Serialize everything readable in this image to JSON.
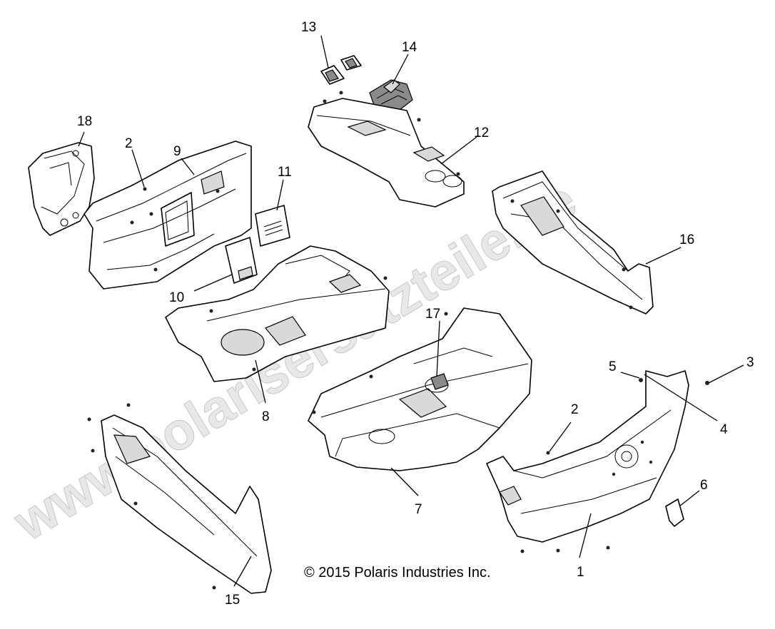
{
  "watermark": "www.polarisersatzteile.de",
  "copyright": "© 2015 Polaris Industries Inc.",
  "callouts": {
    "c1": "1",
    "c2a": "2",
    "c2b": "2",
    "c3": "3",
    "c4": "4",
    "c5": "5",
    "c6": "6",
    "c7": "7",
    "c8": "8",
    "c9": "9",
    "c10": "10",
    "c11": "11",
    "c12": "12",
    "c13": "13",
    "c14": "14",
    "c15": "15",
    "c16": "16",
    "c17": "17",
    "c18": "18"
  }
}
